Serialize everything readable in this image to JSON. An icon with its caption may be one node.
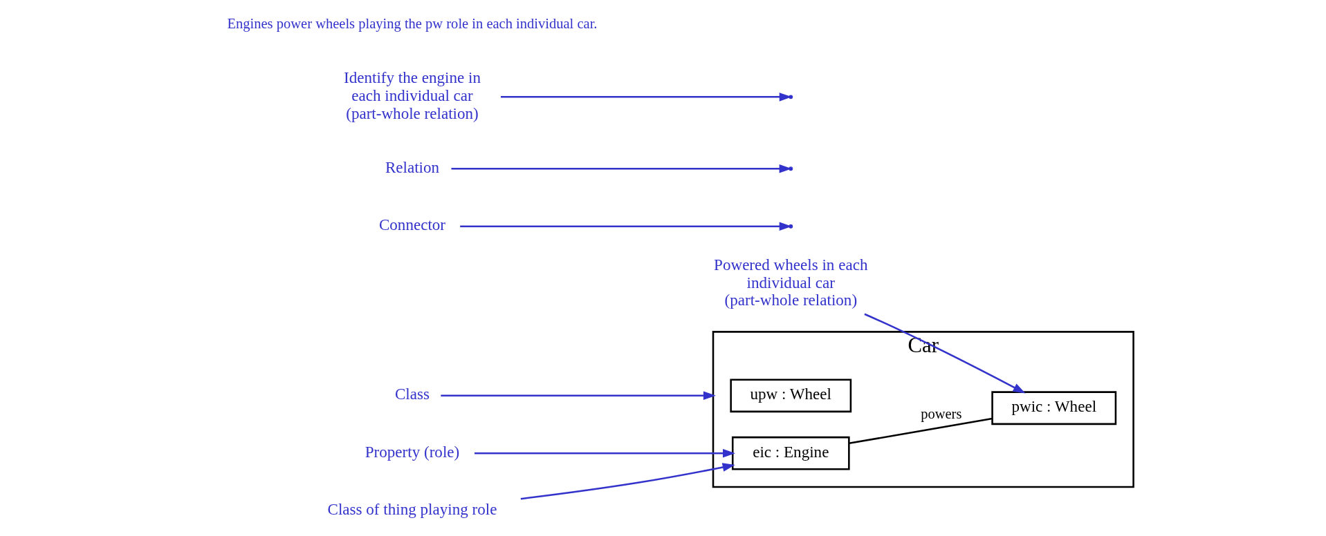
{
  "diagram": {
    "nodes": [
      {
        "text": [
          "Car"
        ]
      },
      {
        "text": [
          "upw : Wheel"
        ],
        "in": 0
      },
      {
        "text": [
          "eic : Engine"
        ],
        "in": 0
      },
      {
        "text": [
          "pwic : Wheel"
        ],
        "in": 0
      },
      {
        "text": [
          "Class"
        ]
      },
      {
        "text": [
          "Property (role)"
        ]
      },
      {
        "text": [
          "Class of thing playing role"
        ]
      },
      {
        "text": [
          "Connector"
        ]
      },
      {
        "text": [
          "Relation"
        ]
      },
      {
        "text": [
          "Identify the engine in each individual car (part-whole relation)"
        ]
      },
      {
        "text": [
          "Powered wheels in each individual car (part-whole relation)"
        ]
      }
    ],
    "edges": [
      {
        "from": 2,
        "to": 3,
        "arrow": "none",
        "label": "powers",
        "color": "#000000"
      },
      {
        "from": 4,
        "to": 0,
        "arrow": "to"
      },
      {
        "from": 5,
        "to": 2,
        "arrow": "to"
      },
      {
        "from": 6,
        "to": 2,
        "arrow": "to"
      },
      {
        "from": 7,
        "to": null,
        "arrow": "to"
      },
      {
        "from": 8,
        "to": null,
        "arrow": "to"
      },
      {
        "from": 10,
        "to": 3,
        "arrow": "to"
      },
      {
        "from": 9,
        "to": null,
        "arrow": "to"
      }
    ],
    "labels": [
      "Engines power wheels playing the pw role in each individual car."
    ]
  }
}
